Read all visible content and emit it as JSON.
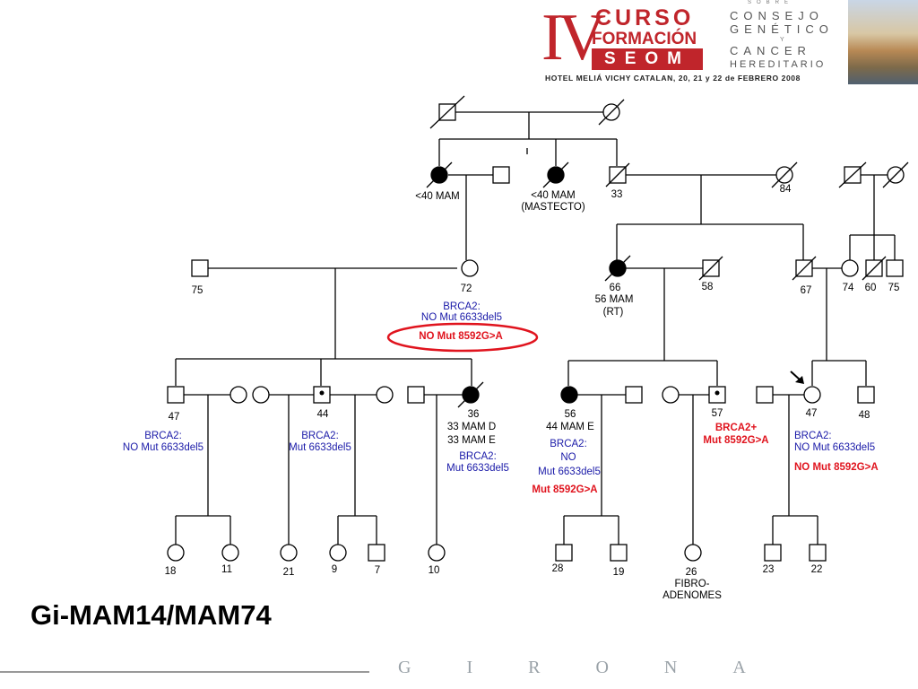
{
  "header": {
    "roman": "IV",
    "curso": "CURSO",
    "formacion": "FORMACIÓN",
    "seom": "SEOM",
    "sobre": "SOBRE",
    "consejo": "CONSEJO",
    "genetico": "GENÉTICO",
    "y": "Y",
    "cancer": "CANCER",
    "hereditario": "HEREDITARIO",
    "hotel": "HOTEL MELIÁ VICHY CATALAN, 20, 21 y 22 de FEBRERO 2008"
  },
  "title": "Gi-MAM14/MAM74",
  "footer": "GIRONA",
  "labels": {
    "g2_mam1": "<40 MAM",
    "g2_mam2a": "<40 MAM",
    "g2_mam2b": "(MASTECTO)",
    "g2_33": "33",
    "g2_84": "84",
    "g3_75": "75",
    "g3_72": "72",
    "g3_brca_a": "BRCA2:",
    "g3_brca_b": "NO Mut 6633del5",
    "g3_red": "NO Mut 8592G>A",
    "g3_66": "66",
    "g3_66b": "56 MAM",
    "g3_66c": "(RT)",
    "g3_58": "58",
    "g3_67": "67",
    "g3_74": "74",
    "g3_60": "60",
    "g3_75b": "75",
    "g4_47": "47",
    "g4_47_brca_a": "BRCA2:",
    "g4_47_brca_b": "NO Mut 6633del5",
    "g4_44": "44",
    "g4_44_brca_a": "BRCA2:",
    "g4_44_brca_b": "Mut 6633del5",
    "g4_36": "36",
    "g4_36b": "33 MAM D",
    "g4_36c": "33 MAM E",
    "g4_36_brca_a": "BRCA2:",
    "g4_36_brca_b": "Mut 6633del5",
    "g4_56": "56",
    "g4_56b": "44 MAM E",
    "g4_56_brca_a": "BRCA2:",
    "g4_56_brca_b": "NO",
    "g4_56_brca_c": "Mut 6633del5",
    "g4_56_red": "Mut 8592G>A",
    "g4_57": "57",
    "g4_57_red_a": "BRCA2+",
    "g4_57_red_b": "Mut 8592G>A",
    "g4_47b": "47",
    "g4_48": "48",
    "g4_47b_brca_a": "BRCA2:",
    "g4_47b_brca_b": "NO Mut 6633del5",
    "g4_47b_red": "NO Mut 8592G>A",
    "g5_18": "18",
    "g5_11": "11",
    "g5_21": "21",
    "g5_9": "9",
    "g5_7": "7",
    "g5_10": "10",
    "g5_28": "28",
    "g5_19": "19",
    "g5_26a": "26",
    "g5_26b": "FIBRO-",
    "g5_26c": "ADENOMES",
    "g5_23": "23",
    "g5_22": "22"
  },
  "colors": {
    "blue": "#1a1aa8",
    "red": "#e0141e",
    "brand": "#c0252b",
    "affected": "#000000"
  }
}
